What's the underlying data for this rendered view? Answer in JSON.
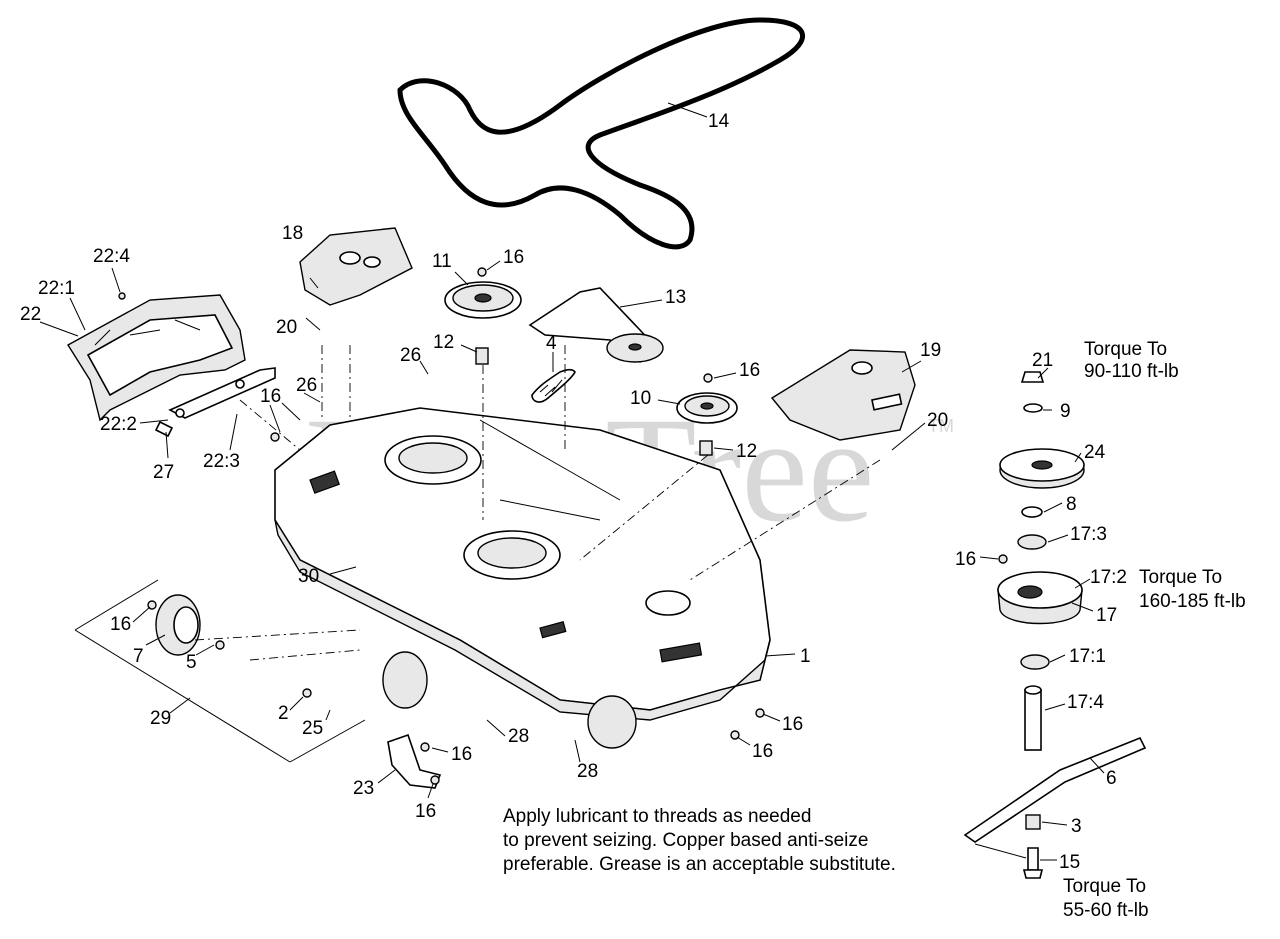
{
  "watermark": {
    "brand": "PartsTree",
    "trademark": "TM"
  },
  "labels": {
    "p1": "1",
    "p2": "2",
    "p3": "3",
    "p4": "4",
    "p5": "5",
    "p6": "6",
    "p7": "7",
    "p8": "8",
    "p9": "9",
    "p10": "10",
    "p11": "11",
    "p12a": "12",
    "p12b": "12",
    "p13": "13",
    "p14": "14",
    "p15": "15",
    "p16a": "16",
    "p16b": "16",
    "p16c": "16",
    "p16d": "16",
    "p16e": "16",
    "p16f": "16",
    "p16g": "16",
    "p16h": "16",
    "p16i": "16",
    "p17": "17",
    "p17_1": "17:1",
    "p17_2": "17:2",
    "p17_3": "17:3",
    "p17_4": "17:4",
    "p18": "18",
    "p19": "19",
    "p20a": "20",
    "p20b": "20",
    "p21": "21",
    "p22": "22",
    "p22_1": "22:1",
    "p22_2": "22:2",
    "p22_3": "22:3",
    "p22_4": "22:4",
    "p23": "23",
    "p24": "24",
    "p25": "25",
    "p26a": "26",
    "p26b": "26",
    "p27": "27",
    "p28a": "28",
    "p28b": "28",
    "p29": "29",
    "p30": "30"
  },
  "torque": {
    "t21_line1": "Torque To",
    "t21_line2": "90-110 ft-lb",
    "t17_line1": "Torque To",
    "t17_line2": "160-185 ft-lb",
    "t15_line1": "Torque To",
    "t15_line2": "55-60 ft-lb"
  },
  "note": {
    "line1": "Apply lubricant to threads as needed",
    "line2": "to prevent seizing. Copper based anti-seize",
    "line3": "preferable. Grease is an acceptable substitute."
  }
}
